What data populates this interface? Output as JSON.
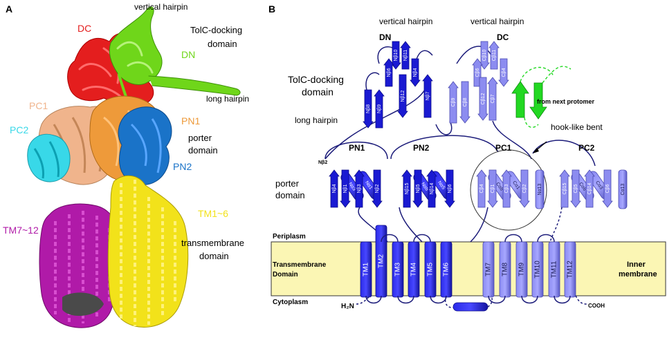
{
  "panel_a": {
    "letter": "A",
    "labels": {
      "dc": "DC",
      "vertical_hairpin": "vertical hairpin",
      "tolc_docking_1": "TolC-docking",
      "tolc_docking_2": "domain",
      "dn": "DN",
      "long_hairpin": "long hairpin",
      "pc1": "PC1",
      "pc2": "PC2",
      "pn1": "PN1",
      "porter_1": "porter",
      "porter_2": "domain",
      "pn2": "PN2",
      "tm1_6": "TM1~6",
      "tm7_12": "TM7~12",
      "transmembrane_1": "transmembrane",
      "transmembrane_2": "domain"
    },
    "colors": {
      "dc": "#e41e1e",
      "dn": "#6fd61a",
      "pc1": "#f0b48c",
      "pc2": "#38d8e8",
      "pn1": "#ee9a3a",
      "pn2": "#1a73c8",
      "tm1_6": "#f2e21a",
      "tm7_12": "#b01aa8",
      "helix_dark": "#4a4a4a"
    }
  },
  "panel_b": {
    "letter": "B",
    "labels": {
      "vh_left": "vertical hairpin",
      "vh_right": "vertical hairpin",
      "dn": "DN",
      "dc": "DC",
      "tolc_1": "TolC-docking",
      "tolc_2": "domain",
      "long_hairpin": "long hairpin",
      "from_next": "from next protomer",
      "hook": "hook-like bent",
      "pn1": "PN1",
      "pn2": "PN2",
      "pc1": "PC1",
      "pc2": "PC2",
      "porter_1": "porter",
      "porter_2": "domain",
      "periplasm": "Periplasm",
      "transmembrane_1": "Transmembrane",
      "transmembrane_2": "Domain",
      "inner_1": "Inner",
      "inner_2": "membrane",
      "cytoplasm": "Cytoplasm",
      "h2n": "H₂N",
      "cooh": "COOH",
      "nb2": "Nβ2"
    },
    "tm_helices": [
      "TM1",
      "TM2",
      "TM3",
      "TM4",
      "TM5",
      "TM6",
      "TM7",
      "TM8",
      "TM9",
      "TM10",
      "TM11",
      "TM12"
    ],
    "dn_strands": [
      "Nβ10",
      "Nβ11",
      "Nβ6",
      "Nβ4",
      "Nβ9",
      "Nβ8",
      "Nβ12",
      "Nβ7"
    ],
    "dc_strands": [
      "Cβ10",
      "Cβ11",
      "Cβ6",
      "Cβ4",
      "Cβ9",
      "Cβ8",
      "Cβ12",
      "Cβ7"
    ],
    "pn1_elements": [
      "Nα3",
      "Nα1",
      "Nβ4",
      "Nβ1",
      "Nβ3",
      "Nβ2"
    ],
    "pn2_elements": [
      "Nα8",
      "Nα5",
      "Nβ15",
      "Nβ5",
      "Nβ14",
      "Nβ6"
    ],
    "pc1_elements": [
      "Cα8",
      "Cα1",
      "Cβ4",
      "Cβ1",
      "Cβ3",
      "Cβ2",
      "Nα13"
    ],
    "pc2_elements": [
      "Cα6",
      "Cα3",
      "Cβ15",
      "Cβ5",
      "Cβ14",
      "Cβ6",
      "Cα13"
    ],
    "colors": {
      "n_half": "#1a1ad2",
      "c_half": "#7878e6",
      "strand_c": "#8c8cf0",
      "next_protomer": "#22d822",
      "membrane": "#fbf6b4",
      "loop": "#1c1c7a",
      "red_label": "#e11a1a"
    }
  }
}
